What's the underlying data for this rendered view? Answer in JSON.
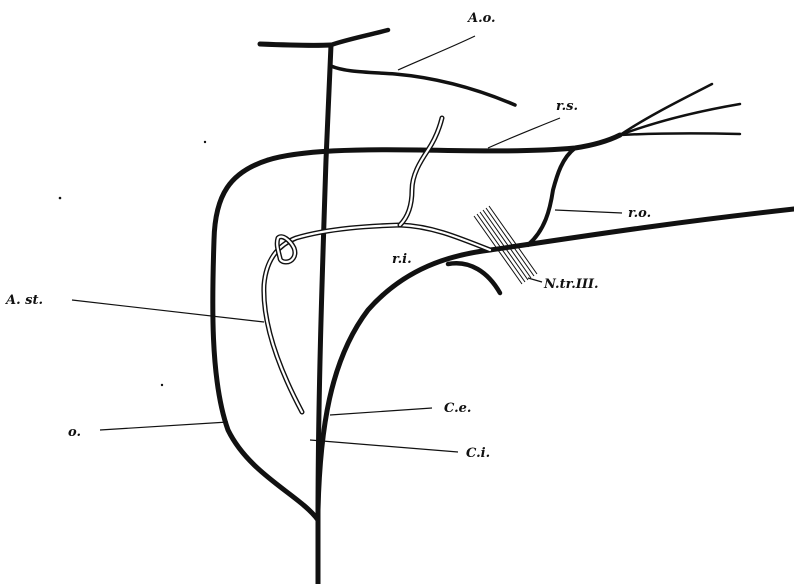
{
  "figure": {
    "colors": {
      "background": "#ffffff",
      "ink": "#111111",
      "artery_fill": "#ffffff"
    },
    "labels": {
      "a_o": "A.o.",
      "r_s": "r.s.",
      "r_o": "r.o.",
      "r_i": "r.i.",
      "n_tr": "N.tr.III.",
      "a_st": "A. st.",
      "c_e": "C.e.",
      "c_i": "C.i.",
      "o": "o."
    }
  }
}
